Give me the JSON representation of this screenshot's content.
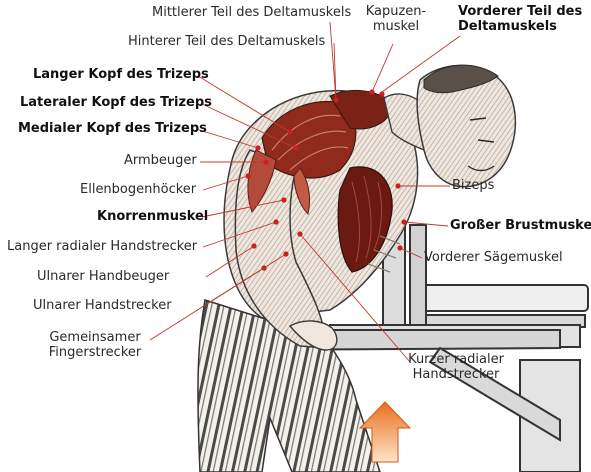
{
  "labels": {
    "mittlerer": "Mittlerer Teil des Deltamuskels",
    "hinterer": "Hinterer Teil des Deltamuskels",
    "kapuzen_1": "Kapuzen-",
    "kapuzen_2": "muskel",
    "vorderer_1": "Vorderer Teil des",
    "vorderer_2": "Deltamuskels",
    "langer_kopf": "Langer Kopf des Trizeps",
    "lateraler_kopf": "Lateraler Kopf des Trizeps",
    "medialer_kopf": "Medialer Kopf des Trizeps",
    "armbeuger": "Armbeuger",
    "ellenbogen": "Ellenbogenhöcker",
    "bizeps": "Bizeps",
    "knorren": "Knorrenmuskel",
    "brustmuskel": "Großer Brustmuskel",
    "langer_radialer": "Langer radialer Handstrecker",
    "saegemuskel": "Vorderer Sägemuskel",
    "ulnarer_beuger": "Ulnarer Handbeuger",
    "ulnarer_strecker": "Ulnarer Handstrecker",
    "gemeinsamer_1": "Gemeinsamer",
    "gemeinsamer_2": "Fingerstrecker",
    "kurzer_1": "Kurzer radialer",
    "kurzer_2": "Handstrecker"
  },
  "colors": {
    "leader_line": "#c0392b",
    "marker_dot": "#cc1f1f",
    "muscle_dark": "#6b1a12",
    "muscle_mid": "#8f2a1c",
    "skin": "#efe7de",
    "outline": "#3a3a3a",
    "arrow_top": "#e8701f",
    "arrow_bottom": "#ffd9b5"
  },
  "icons": [
    "upward-arrow-icon"
  ]
}
